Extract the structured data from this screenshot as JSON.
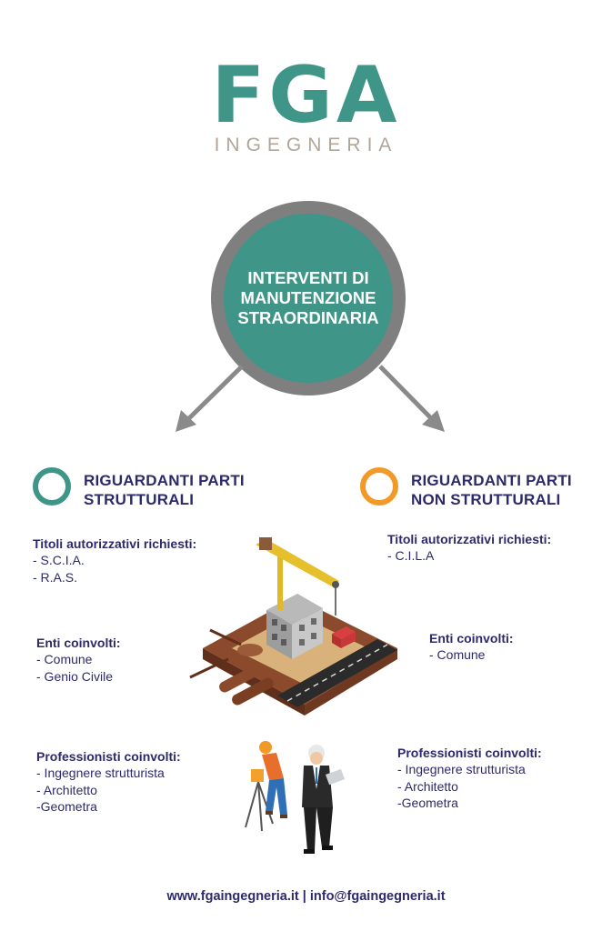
{
  "logo": {
    "letters": "FGA",
    "subtitle": "INGEGNERIA"
  },
  "center": {
    "title": "INTERVENTI DI\nMANUTENZIONE\nSTRAORDINARIA"
  },
  "left": {
    "heading": "RIGUARDANTI PARTI\nSTRUTTURALI",
    "titles_label": "Titoli autorizzativi richiesti:",
    "titles": [
      "- S.C.I.A.",
      "- R.A.S."
    ],
    "entities_label": "Enti coinvolti:",
    "entities": [
      "- Comune",
      "- Genio Civile"
    ],
    "pros_label": "Professionisti coinvolti:",
    "pros": [
      "- Ingegnere strutturista",
      "- Architetto",
      "-Geometra"
    ]
  },
  "right": {
    "heading": "RIGUARDANTI PARTI\nNON STRUTTURALI",
    "titles_label": "Titoli autorizzativi richiesti:",
    "titles": [
      "- C.I.L.A"
    ],
    "entities_label": "Enti coinvolti:",
    "entities": [
      "- Comune"
    ],
    "pros_label": "Professionisti coinvolti:",
    "pros": [
      "- Ingegnere strutturista",
      "- Architetto",
      "-Geometra"
    ]
  },
  "footer": {
    "text": "www.fgaingegneria.it | info@fgaingegneria.it"
  },
  "colors": {
    "teal": "#3f9587",
    "orange": "#f29a27",
    "navy": "#2d2a6b",
    "gray": "#7f7f7f",
    "beige": "#b1a59a"
  }
}
